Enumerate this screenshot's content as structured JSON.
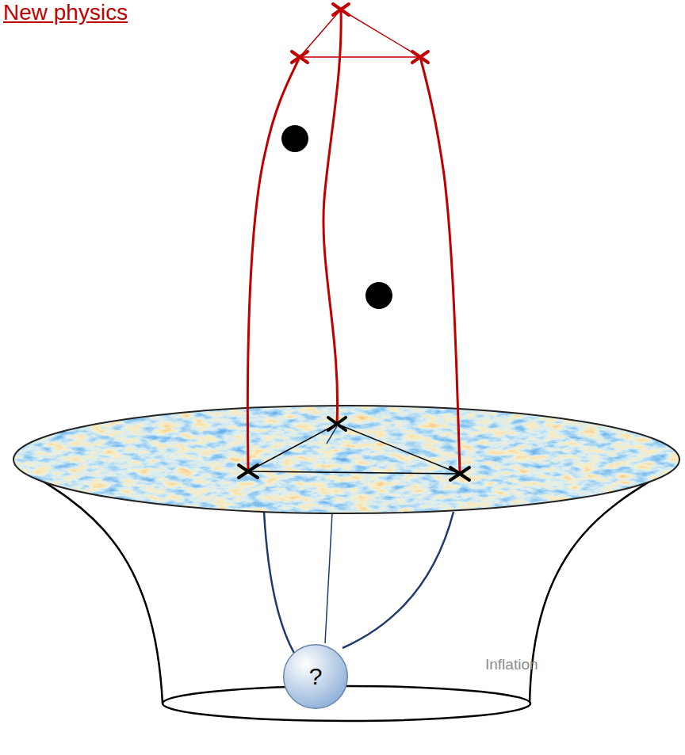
{
  "diagram": {
    "title": "New physics",
    "nodes": [
      {
        "text": [
          "?"
        ]
      }
    ],
    "labels": [
      "Inflation"
    ]
  }
}
